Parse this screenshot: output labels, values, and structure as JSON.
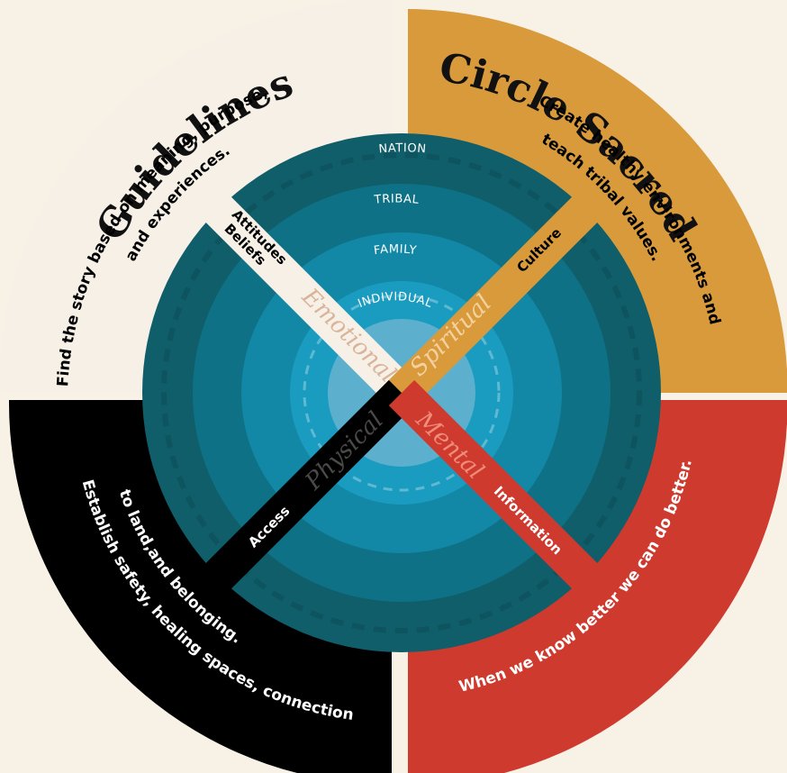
{
  "title": {
    "left": "Guidelines",
    "right": "Circle Sacred"
  },
  "quadrants": {
    "top_left": {
      "lines": [
        "Find the story based on meaning, purpose,",
        "and experiences."
      ]
    },
    "top_right": {
      "lines": [
        "Create healthy environments and",
        "teach tribal values."
      ]
    },
    "bottom_left": {
      "lines": [
        "Establish safety, healing spaces, connection",
        "to land,and belonging."
      ]
    },
    "bottom_right": {
      "lines": [
        "When we know better we can do better."
      ]
    }
  },
  "rings": [
    "NATION",
    "TRIBAL",
    "FAMILY",
    "INDIVIDUAL"
  ],
  "arms": {
    "emotional": {
      "label": "Attitudes\nBeliefs",
      "script": "Emotional"
    },
    "spiritual": {
      "label": "Culture",
      "script": "Spiritual"
    },
    "physical": {
      "label": "Access",
      "script": "Physical"
    },
    "mental": {
      "label": "Information",
      "script": "Mental"
    }
  },
  "colors": {
    "background": "#f8f1e6",
    "quadrant_top_left": "#f7f0e6",
    "quadrant_top_right": "#d89a3b",
    "quadrant_bottom_left": "#000000",
    "quadrant_bottom_right": "#cf3a2f",
    "ring_outer": "#0f5e6a",
    "ring_2": "#0e7186",
    "ring_3": "#1288a6",
    "ring_4": "#1a9cc0",
    "ring_core": "#6ab4cf",
    "arm_emotional": "#f7f0e6",
    "arm_spiritual": "#d89a3b",
    "arm_physical": "#000000",
    "arm_mental": "#cf3a2f"
  }
}
